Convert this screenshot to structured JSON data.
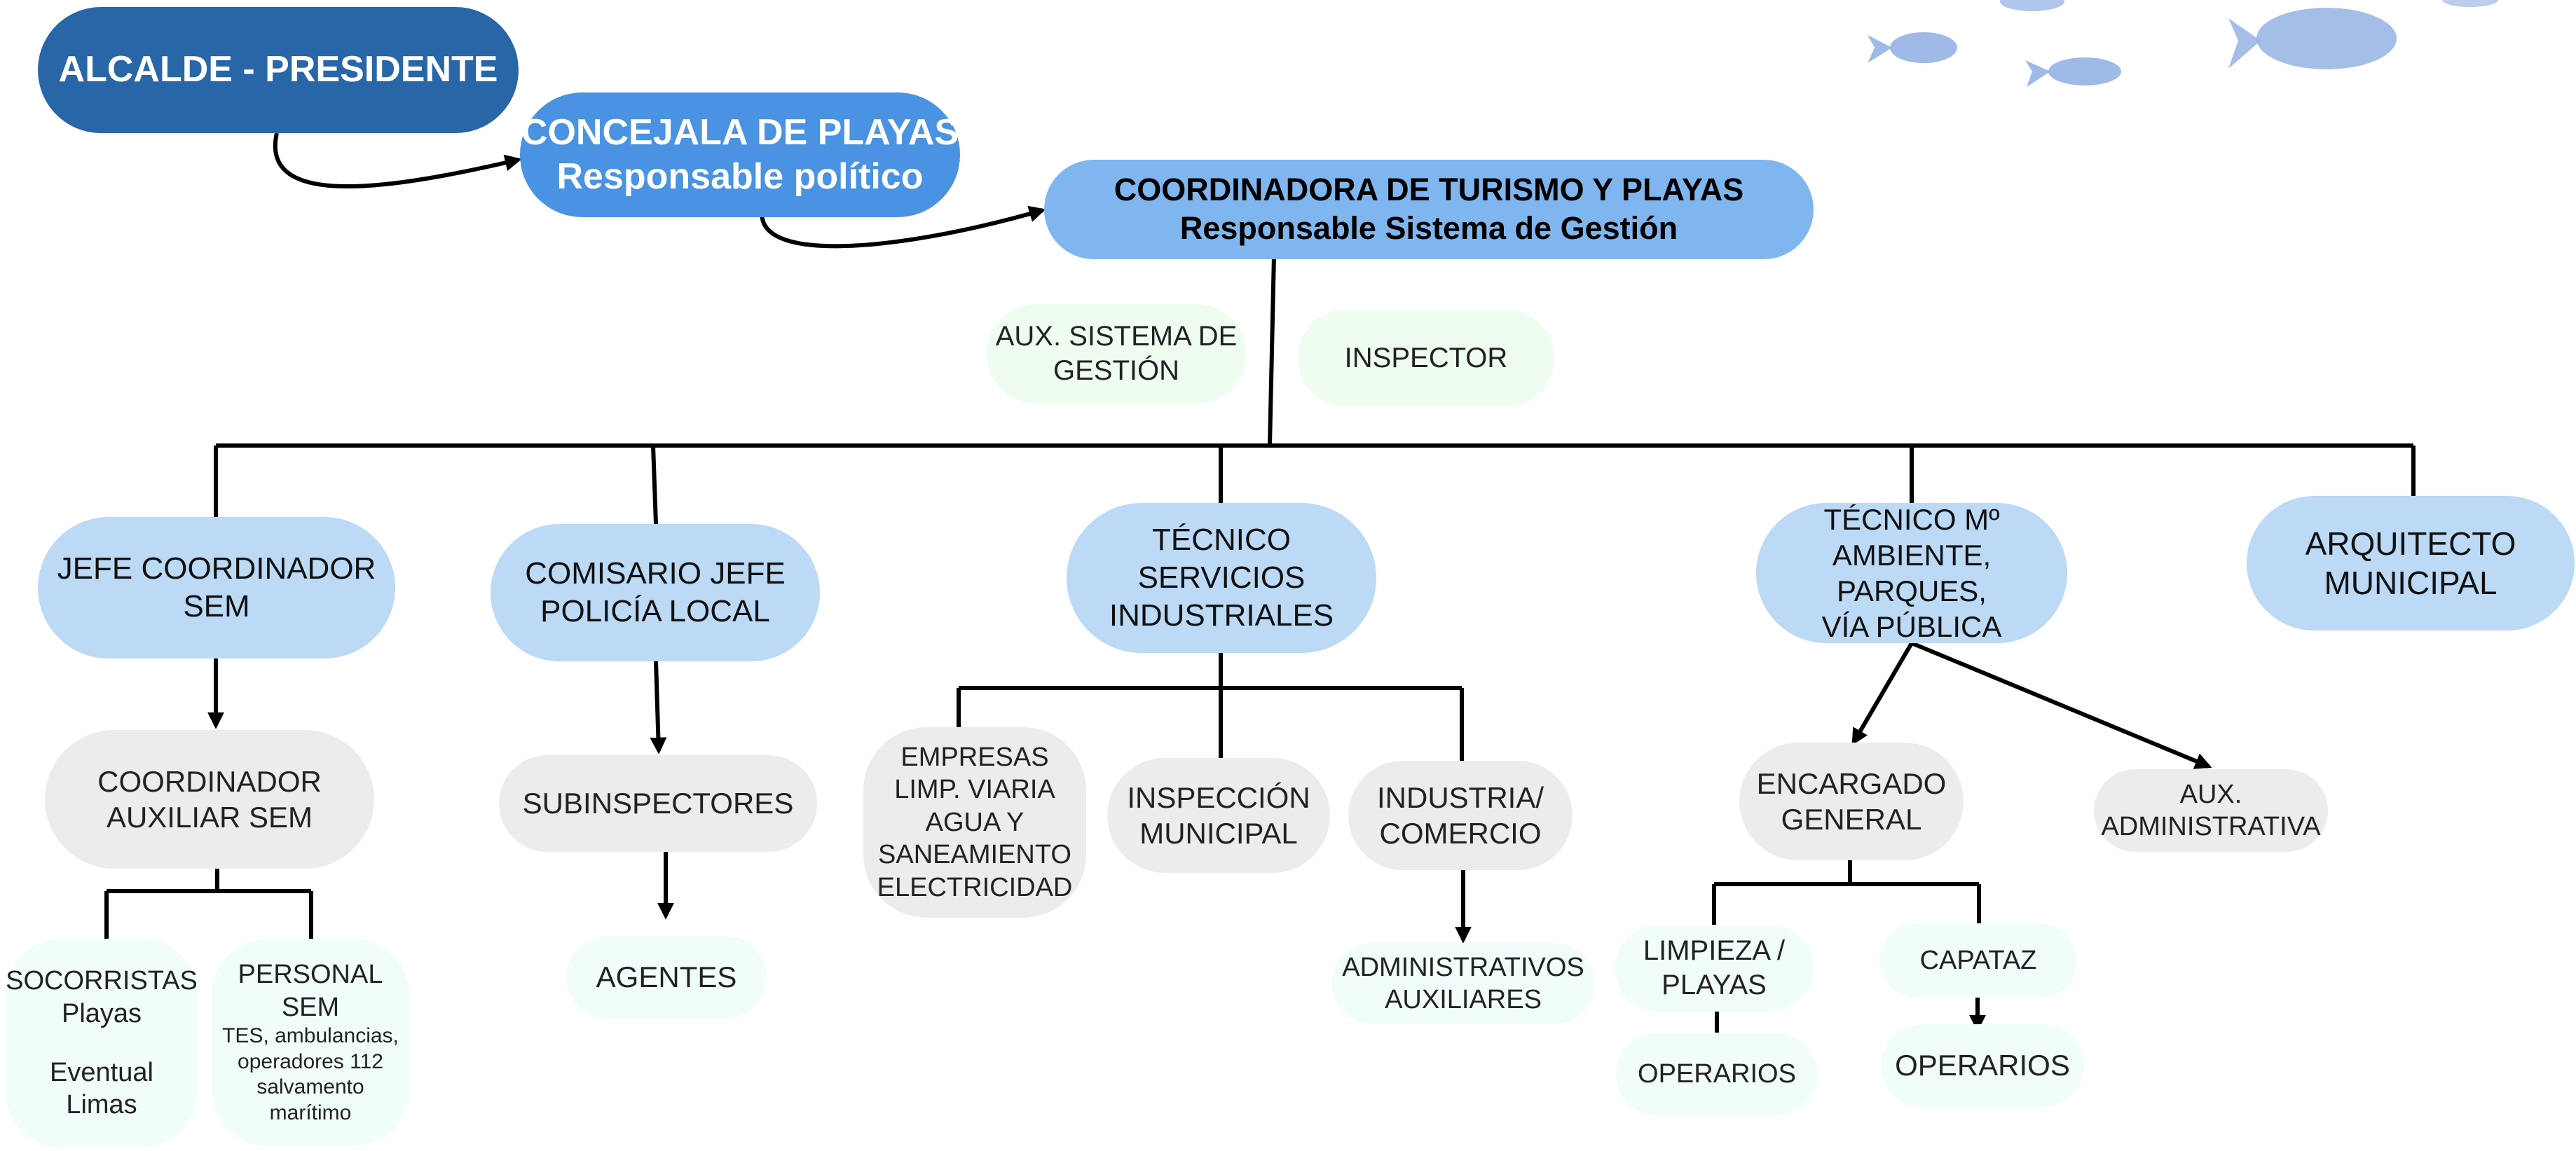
{
  "nodes": {
    "alcalde": "ALCALDE - PRESIDENTE",
    "concejala": [
      "CONCEJALA DE PLAYAS",
      "Responsable político"
    ],
    "coordinadora": [
      "COORDINADORA DE TURISMO Y PLAYAS",
      "Responsable Sistema de Gestión"
    ],
    "aux_sistema": [
      "AUX. SISTEMA DE",
      "GESTIÓN"
    ],
    "inspector": "INSPECTOR",
    "jefe_sem": [
      "JEFE COORDINADOR",
      "SEM"
    ],
    "comisario": [
      "COMISARIO JEFE",
      "POLICÍA LOCAL"
    ],
    "tecnico_servicios": [
      "TÉCNICO",
      "SERVICIOS",
      "INDUSTRIALES"
    ],
    "tecnico_ambiente": [
      "TÉCNICO Mº",
      "AMBIENTE, PARQUES,",
      "VÍA PÚBLICA"
    ],
    "arquitecto": [
      "ARQUITECTO",
      "MUNICIPAL"
    ],
    "coordinador_aux": [
      "COORDINADOR",
      "AUXILIAR SEM"
    ],
    "subinspectores": "SUBINSPECTORES",
    "agentes": "AGENTES",
    "empresas": [
      "EMPRESAS",
      "LIMP. VIARIA",
      "AGUA Y",
      "SANEAMIENTO",
      "ELECTRICIDAD"
    ],
    "inspeccion": [
      "INSPECCIÓN",
      "MUNICIPAL"
    ],
    "industria": [
      "INDUSTRIA/",
      "COMERCIO"
    ],
    "administrativos": [
      "ADMINISTRATIVOS",
      "AUXILIARES"
    ],
    "encargado": [
      "ENCARGADO",
      "GENERAL"
    ],
    "aux_admin": [
      "AUX.",
      "ADMINISTRATIVA"
    ],
    "limpieza": [
      "LIMPIEZA /",
      "PLAYAS"
    ],
    "capataz": "CAPATAZ",
    "operarios_1": "OPERARIOS",
    "operarios_2": "OPERARIOS",
    "socorristas": [
      "SOCORRISTAS",
      "Playas",
      "",
      "Eventual",
      "Limas"
    ],
    "personal_sem": [
      "PERSONAL",
      "SEM"
    ],
    "personal_sem_detail": [
      "TES, ambulancias,",
      "operadores 112",
      "salvamento",
      "marítimo"
    ]
  },
  "colors": {
    "dark_blue": "#2866a8",
    "medium_blue": "#4a92e2",
    "light_blue": "#7fb6ef",
    "pale_blue": "#bcd9f6",
    "pale_green": "#eefdf0",
    "light_grey": "#ececeb",
    "mint": "#f1fdfb",
    "fish": "#8eaee2"
  },
  "decoration": "fish-school-icon"
}
